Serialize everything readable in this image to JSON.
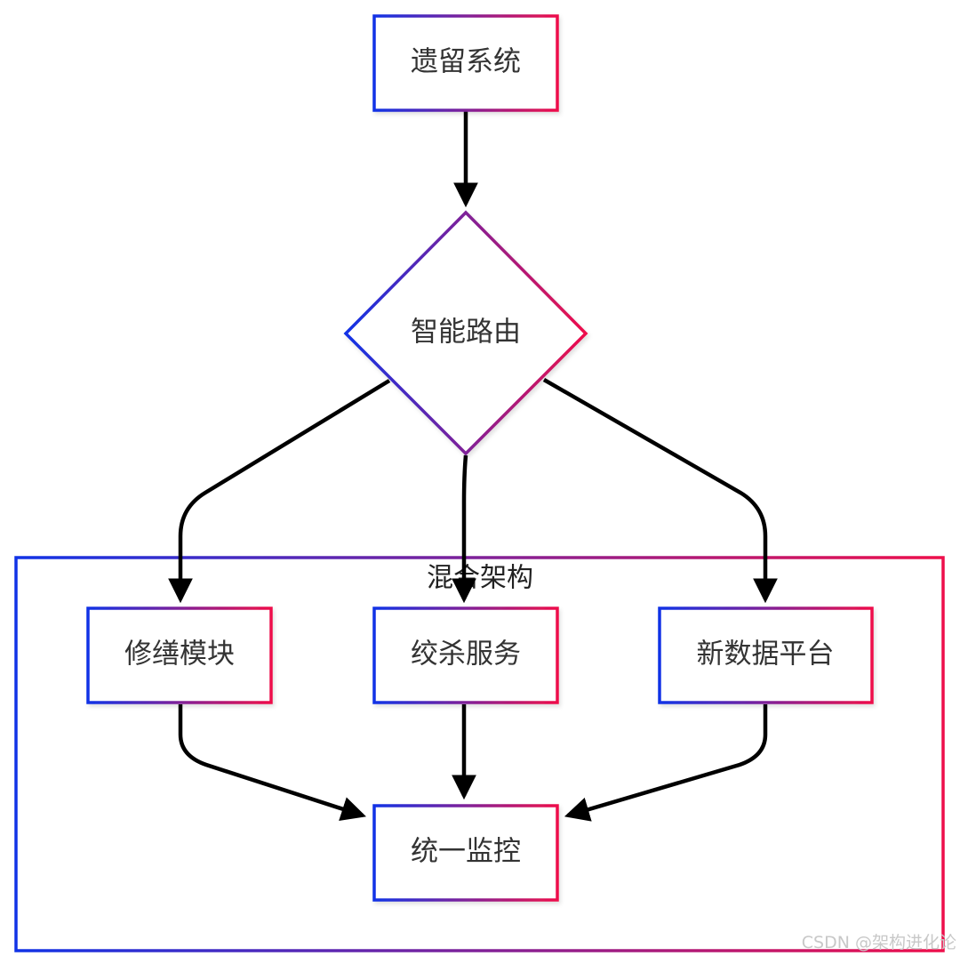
{
  "diagram": {
    "type": "flowchart",
    "colors": {
      "gradient_start": "#1133e6",
      "gradient_end": "#ee0f4b",
      "edge": "#000000",
      "text": "#333333",
      "background": "#ffffff"
    },
    "nodes": {
      "legacy": {
        "label": "遗留系统",
        "shape": "rectangle"
      },
      "router": {
        "label": "智能路由",
        "shape": "diamond"
      },
      "repair": {
        "label": "修缮模块",
        "shape": "rectangle"
      },
      "strangler": {
        "label": "绞杀服务",
        "shape": "rectangle"
      },
      "newdata": {
        "label": "新数据平台",
        "shape": "rectangle"
      },
      "monitor": {
        "label": "统一监控",
        "shape": "rectangle"
      }
    },
    "group": {
      "label": "混合架构",
      "contains": [
        "repair",
        "strangler",
        "newdata",
        "monitor"
      ]
    },
    "edges": [
      {
        "from": "legacy",
        "to": "router"
      },
      {
        "from": "router",
        "to": "repair"
      },
      {
        "from": "router",
        "to": "strangler"
      },
      {
        "from": "router",
        "to": "newdata"
      },
      {
        "from": "repair",
        "to": "monitor"
      },
      {
        "from": "strangler",
        "to": "monitor"
      },
      {
        "from": "newdata",
        "to": "monitor"
      }
    ]
  },
  "watermark": "CSDN @架构进化论"
}
